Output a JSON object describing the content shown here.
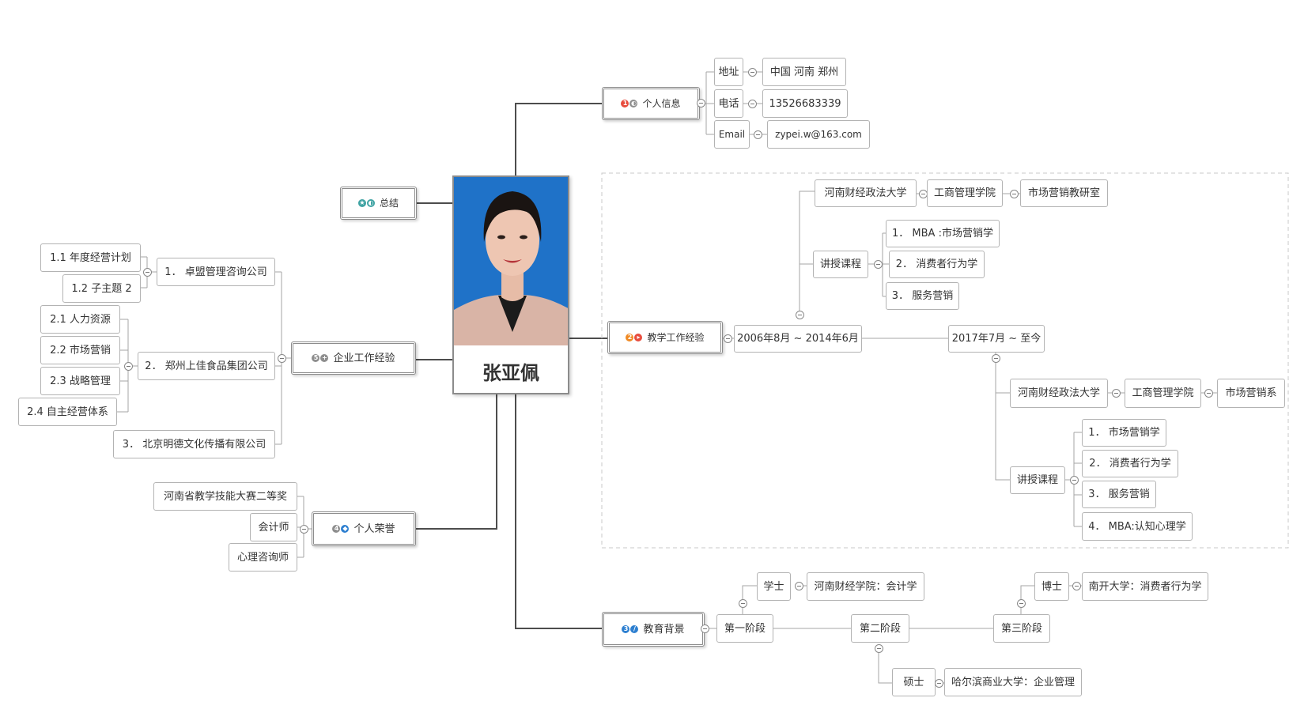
{
  "central": {
    "name": "张亚佩"
  },
  "summary": {
    "label": "总结"
  },
  "personal": {
    "label": "个人信息",
    "items": [
      {
        "key": "地址",
        "value": "中国 河南 郑州"
      },
      {
        "key": "电话",
        "value": "13526683339"
      },
      {
        "key": "Email",
        "value": "zypei.w@163.com"
      }
    ]
  },
  "teaching": {
    "label": "教学工作经验",
    "period1": {
      "label": "2006年8月 ~ 2014年6月",
      "university": "河南财经政法大学",
      "college": "工商管理学院",
      "dept": "市场营销教研室",
      "courses_label": "讲授课程",
      "courses": [
        "1． MBA :市场营销学",
        "2． 消费者行为学",
        "3． 服务营销"
      ]
    },
    "period2": {
      "label": "2017年7月 ~ 至今",
      "university": "河南财经政法大学",
      "college": "工商管理学院",
      "dept": "市场营销系",
      "courses_label": "讲授课程",
      "courses": [
        "1． 市场营销学",
        "2． 消费者行为学",
        "3． 服务营销",
        "4． MBA:认知心理学"
      ]
    }
  },
  "enterprise": {
    "label": "企业工作经验",
    "companies": [
      {
        "name": "1． 卓盟管理咨询公司",
        "subs": [
          "1.1 年度经营计划",
          "1.2 子主题 2"
        ]
      },
      {
        "name": "2． 郑州上佳食品集团公司",
        "subs": [
          "2.1 人力资源",
          "2.2 市场营销",
          "2.3 战略管理",
          "2.4 自主经营体系"
        ]
      },
      {
        "name": "3． 北京明德文化传播有限公司",
        "subs": []
      }
    ]
  },
  "honors": {
    "label": "个人荣誉",
    "items": [
      "河南省教学技能大赛二等奖",
      "会计师",
      "心理咨询师"
    ]
  },
  "education": {
    "label": "教育背景",
    "stage1": {
      "label": "第一阶段",
      "degree": "学士",
      "school": "河南财经学院：会计学"
    },
    "stage2": {
      "label": "第二阶段",
      "degree": "硕士",
      "school": "哈尔滨商业大学：企业管理"
    },
    "stage3": {
      "label": "第三阶段",
      "degree": "博士",
      "school": "南开大学：消费者行为学"
    }
  },
  "colors": {
    "red": "#e84c3d",
    "grey": "#8e8e8e",
    "blue": "#2d7fd0",
    "teal": "#3fa3a3",
    "orange": "#f08a24",
    "photo_bg": "#1f72c8",
    "line": "#a6a6a6",
    "main_line": "#4d4d4d"
  },
  "icons": {
    "personal": "priority-1-icon",
    "teaching": "priority-2-icon",
    "education": "priority-3-icon",
    "honors": "priority-4-icon",
    "enterprise": "priority-5-icon",
    "summary": "star-icon"
  }
}
